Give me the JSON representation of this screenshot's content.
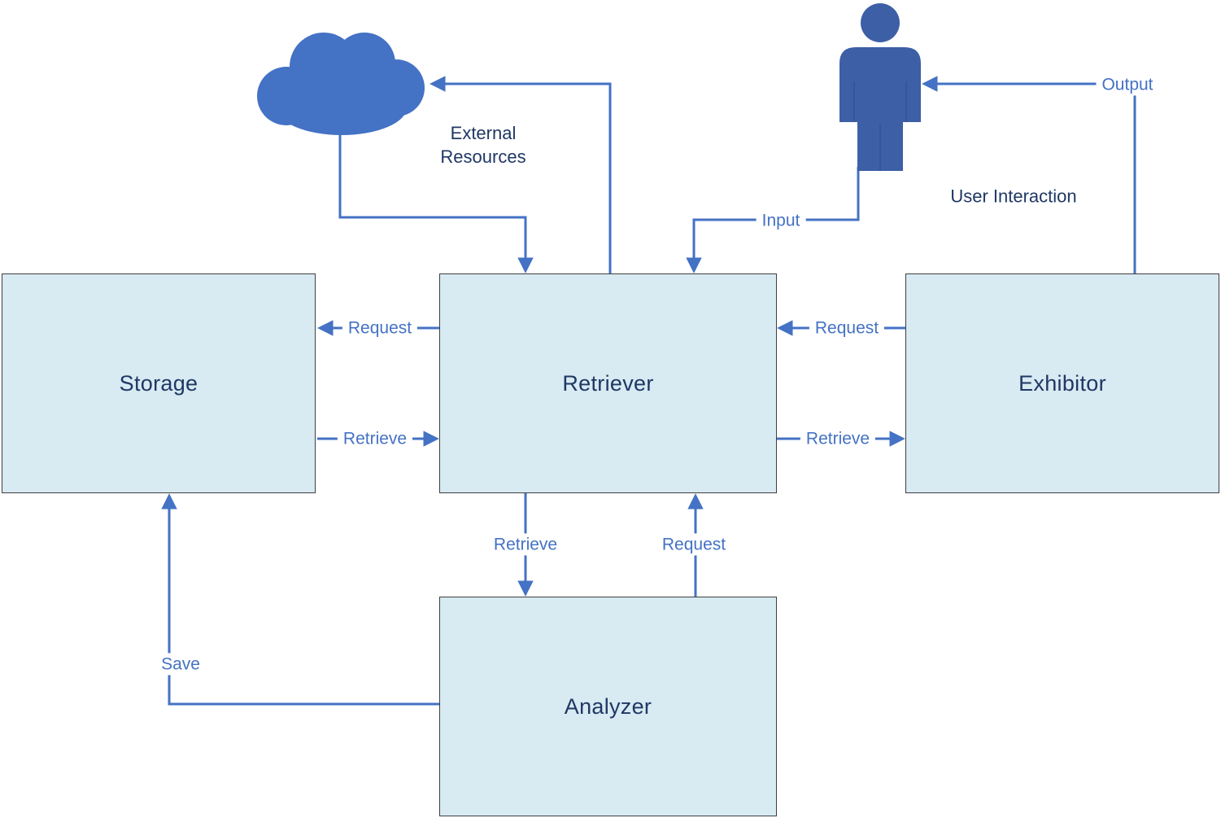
{
  "diagram": {
    "nodes": {
      "storage": {
        "label": "Storage"
      },
      "retriever": {
        "label": "Retriever"
      },
      "exhibitor": {
        "label": "Exhibitor"
      },
      "analyzer": {
        "label": "Analyzer"
      }
    },
    "icons": {
      "cloud": {
        "name": "cloud-icon",
        "label": "External Resources"
      },
      "user": {
        "name": "person-icon",
        "label": "User Interaction"
      }
    },
    "edges": {
      "retriever_to_storage": {
        "label": "Request"
      },
      "storage_to_retriever": {
        "label": "Retrieve"
      },
      "exhibitor_to_retriever": {
        "label": "Request"
      },
      "retriever_to_exhibitor": {
        "label": "Retrieve"
      },
      "retriever_to_analyzer": {
        "label": "Retrieve"
      },
      "analyzer_to_retriever": {
        "label": "Request"
      },
      "analyzer_to_storage": {
        "label": "Save"
      },
      "user_to_retriever": {
        "label": "Input"
      },
      "exhibitor_to_user": {
        "label": "Output"
      }
    },
    "colors": {
      "box_fill": "#d8eaf2",
      "box_border": "#3f3f3f",
      "box_text": "#1f3864",
      "line": "#4472c4",
      "cloud_fill": "#4472c4",
      "person_fill": "#3d5fa6"
    }
  }
}
